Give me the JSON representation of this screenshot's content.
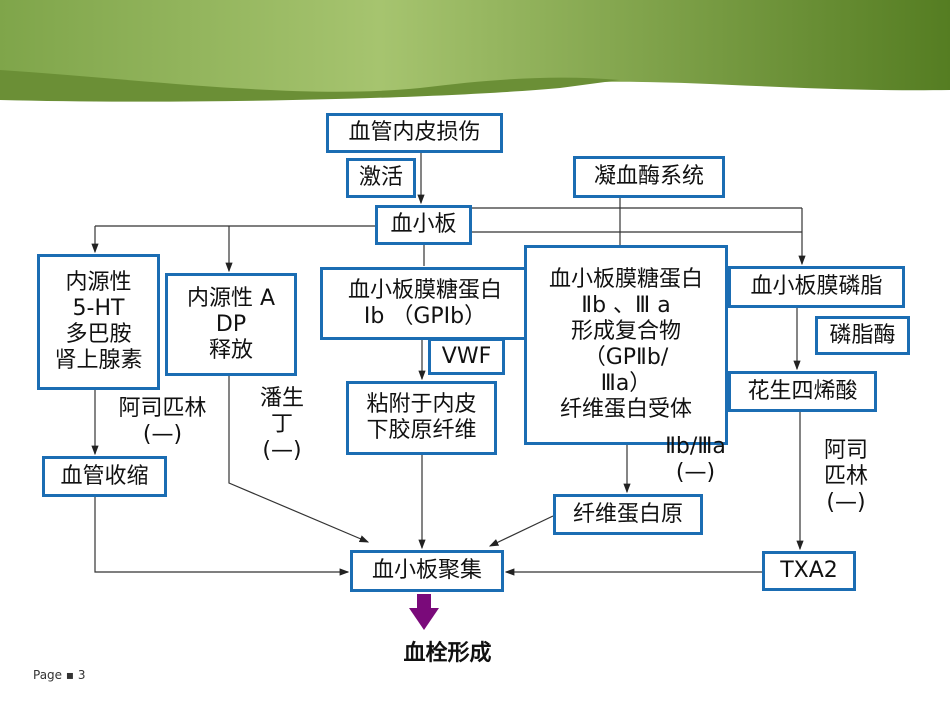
{
  "boxes": {
    "injury": "血管内皮损伤",
    "activate": "激活",
    "thrombin": "凝血酶系统",
    "platelet": "血小板",
    "endogenous": "内源性\n5-HT\n多巴胺\n肾上腺素",
    "adp": "内源性 A\nDP\n释放",
    "gp1b": "血小板膜糖蛋白\nⅠb （GPⅠb）",
    "gp2b3a": "血小板膜糖蛋白\nⅡb 、Ⅲ a\n形成复合物\n（GPⅡb/\nⅢa）\n纤维蛋白受体",
    "phospholipid": "血小板膜磷脂",
    "phospholipase": "磷脂酶",
    "vwf": "VWF",
    "adhesion": "粘附于内皮\n下胶原纤维",
    "arachidonic": "花生四烯酸",
    "vasoconstriction": "血管收缩",
    "fibrinogen": "纤维蛋白原",
    "aggregation": "血小板聚集",
    "txa2": "TXA2"
  },
  "labels": {
    "aspirin1": "阿司匹林\n(—)",
    "dipyridamole": "潘生\n丁\n(—)",
    "gp_inhibitor": "Ⅱb/Ⅲa\n(—)",
    "aspirin2": "阿司\n匹林\n(—)",
    "thrombosis": "血栓形成"
  },
  "footer": {
    "page": "Page ▪ 3"
  },
  "colors": {
    "box_border": "#1b6db3",
    "arrow": "#7a0a7a",
    "banner": "#7ba23f"
  }
}
